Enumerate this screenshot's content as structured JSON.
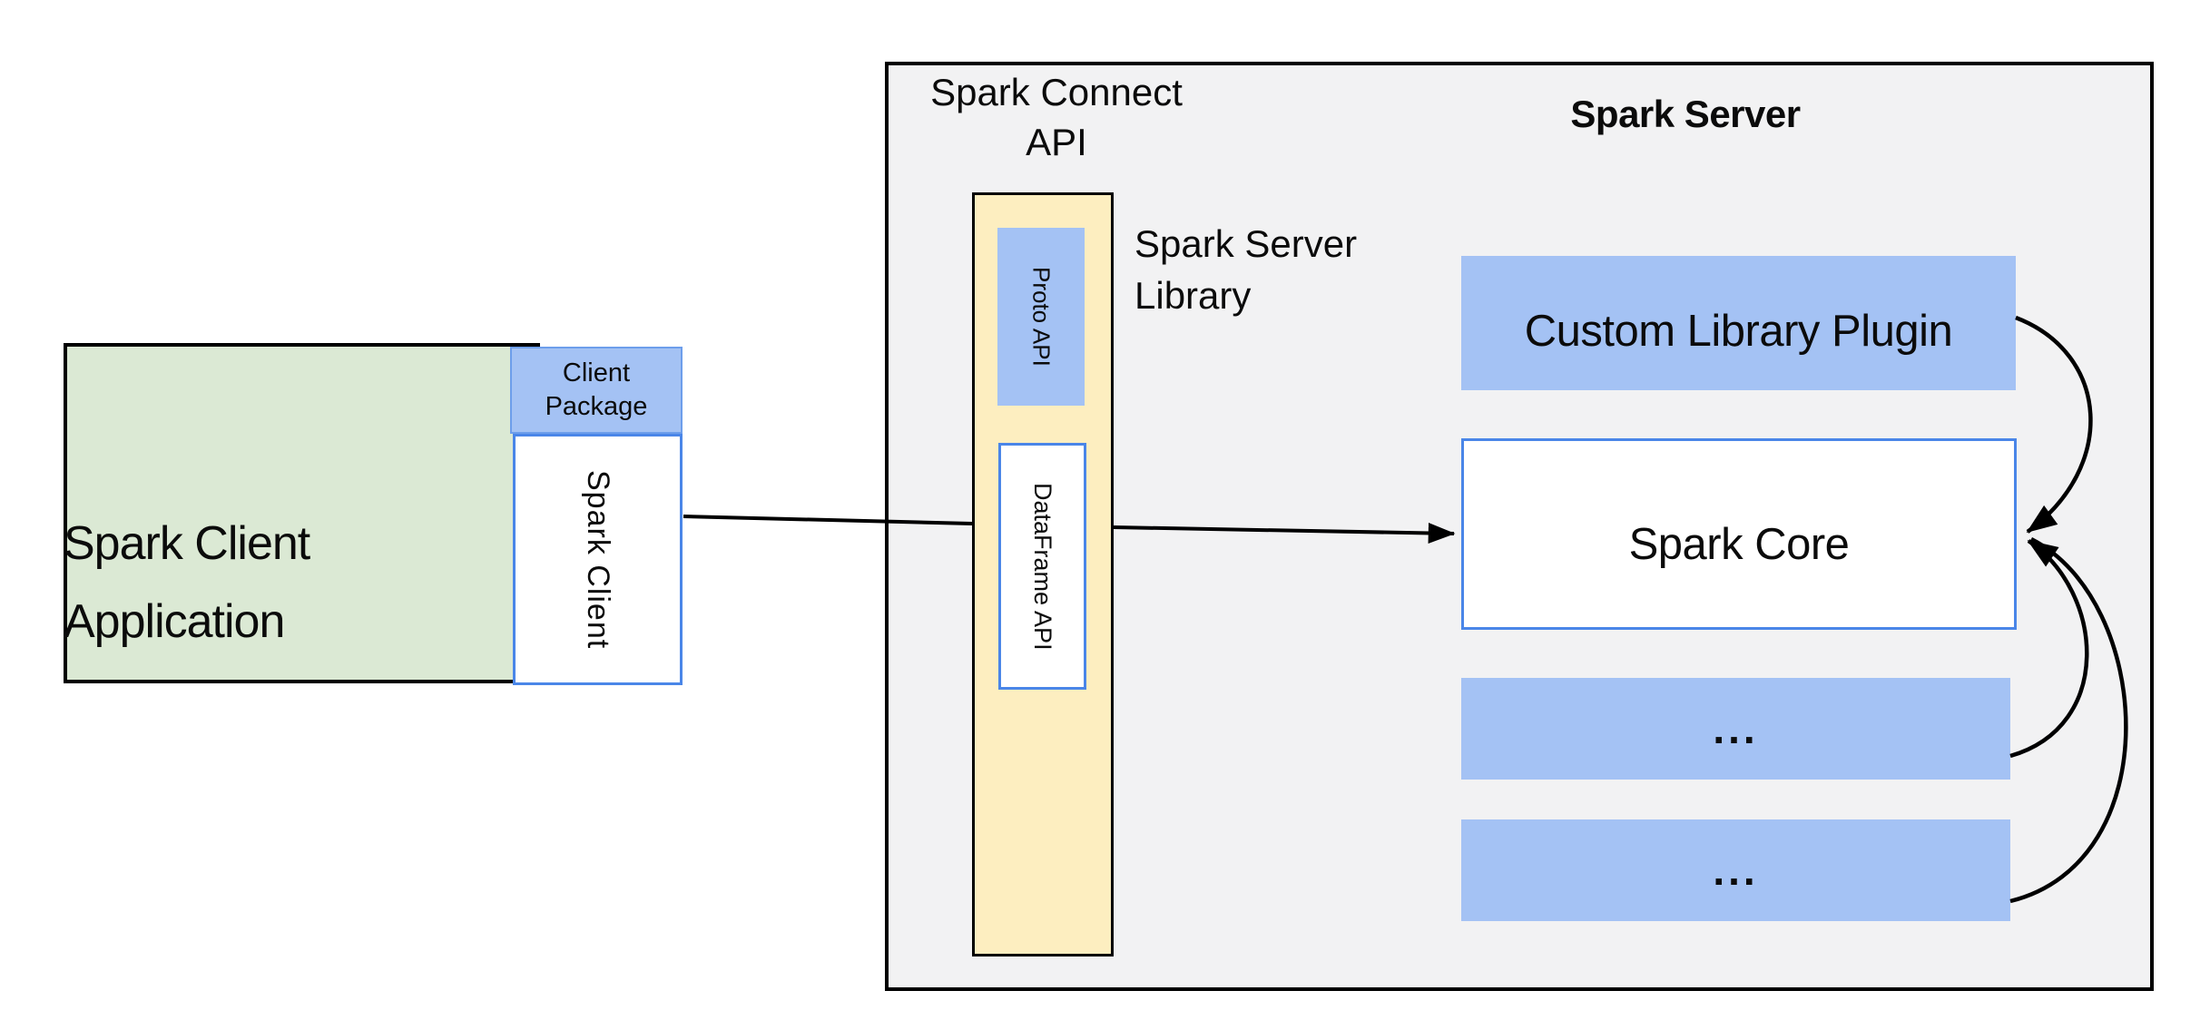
{
  "client": {
    "application": {
      "line1": "Spark Client",
      "line2": "Application"
    },
    "package": {
      "line1": "Client",
      "line2": "Package"
    },
    "spark_client_label": "Spark Client"
  },
  "spark_connect": {
    "title": {
      "line1": "Spark Connect",
      "line2": "API"
    },
    "proto_api_label": "Proto API",
    "dataframe_api_label": "DataFrame API",
    "server_library": {
      "line1": "Spark Server",
      "line2": "Library"
    }
  },
  "spark_server": {
    "title": "Spark Server",
    "custom_plugin_label": "Custom Library Plugin",
    "core_label": "Spark Core",
    "more_top_label": "...",
    "more_bottom_label": "..."
  },
  "colors": {
    "client_app_fill": "#dbe9d4",
    "blue_fill": "#a4c2f4",
    "blue_border": "#4a86e8",
    "package_border": "#6d9eeb",
    "api_column_fill": "#fdeec0",
    "server_container_fill": "#f2f2f3",
    "outline": "#000000",
    "connector": "#000000"
  }
}
